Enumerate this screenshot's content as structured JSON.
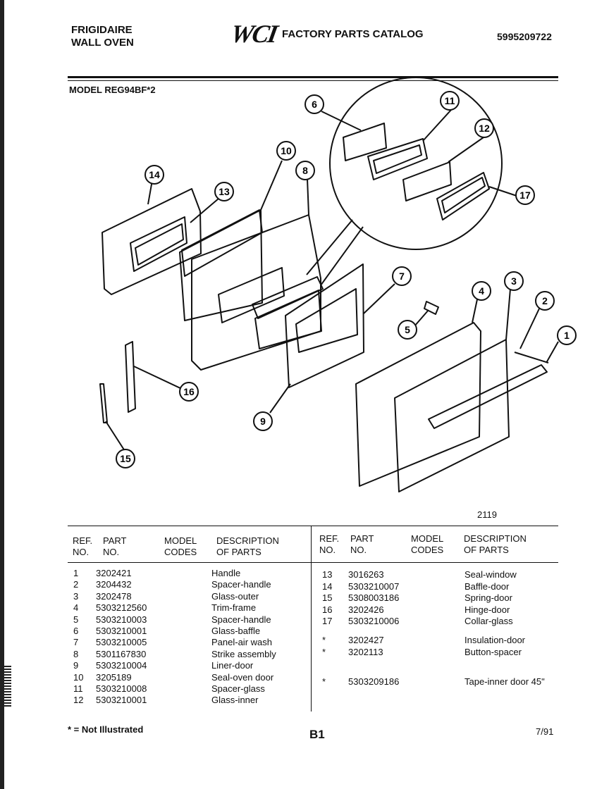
{
  "header": {
    "brand": "FRIGIDAIRE",
    "appliance": "WALL OVEN",
    "logo_text": "WCI",
    "catalog_title": "FACTORY PARTS CATALOG",
    "catalog_number": "5995209722"
  },
  "model_line": "MODEL REG94BF*2",
  "diagram": {
    "callouts": [
      "1",
      "2",
      "3",
      "4",
      "5",
      "6",
      "7",
      "8",
      "9",
      "10",
      "11",
      "12",
      "13",
      "14",
      "15",
      "16",
      "17"
    ],
    "figure_number": "2119"
  },
  "table": {
    "headers": {
      "ref": "REF.\nNO.",
      "part": "PART\nNO.",
      "model": "MODEL\nCODES",
      "desc": "DESCRIPTION\nOF PARTS"
    },
    "left_rows": [
      {
        "ref": "1",
        "part": "3202421",
        "desc": "Handle"
      },
      {
        "ref": "2",
        "part": "3204432",
        "desc": "Spacer-handle"
      },
      {
        "ref": "3",
        "part": "3202478",
        "desc": "Glass-outer"
      },
      {
        "ref": "4",
        "part": "5303212560",
        "desc": "Trim-frame"
      },
      {
        "ref": "5",
        "part": "5303210003",
        "desc": "Spacer-handle"
      },
      {
        "ref": "6",
        "part": "5303210001",
        "desc": "Glass-baffle"
      },
      {
        "ref": "7",
        "part": "5303210005",
        "desc": "Panel-air wash"
      },
      {
        "ref": "8",
        "part": "5301167830",
        "desc": "Strike assembly"
      },
      {
        "ref": "9",
        "part": "5303210004",
        "desc": "Liner-door"
      },
      {
        "ref": "10",
        "part": "3205189",
        "desc": "Seal-oven door"
      },
      {
        "ref": "11",
        "part": "5303210008",
        "desc": "Spacer-glass"
      },
      {
        "ref": "12",
        "part": "5303210001",
        "desc": "Glass-inner"
      }
    ],
    "right_rows": [
      {
        "ref": "13",
        "part": "3016263",
        "desc": "Seal-window"
      },
      {
        "ref": "14",
        "part": "5303210007",
        "desc": "Baffle-door"
      },
      {
        "ref": "15",
        "part": "5308003186",
        "desc": "Spring-door"
      },
      {
        "ref": "16",
        "part": "3202426",
        "desc": "Hinge-door"
      },
      {
        "ref": "17",
        "part": "5303210006",
        "desc": "Collar-glass"
      },
      {
        "ref": "*",
        "part": "3202427",
        "desc": "Insulation-door"
      },
      {
        "ref": "*",
        "part": "3202113",
        "desc": "Button-spacer"
      },
      {
        "ref": "*",
        "part": "5303209186",
        "desc": "Tape-inner door 45\""
      }
    ]
  },
  "footer": {
    "note": "* = Not Illustrated",
    "page": "B1",
    "date": "7/91"
  }
}
